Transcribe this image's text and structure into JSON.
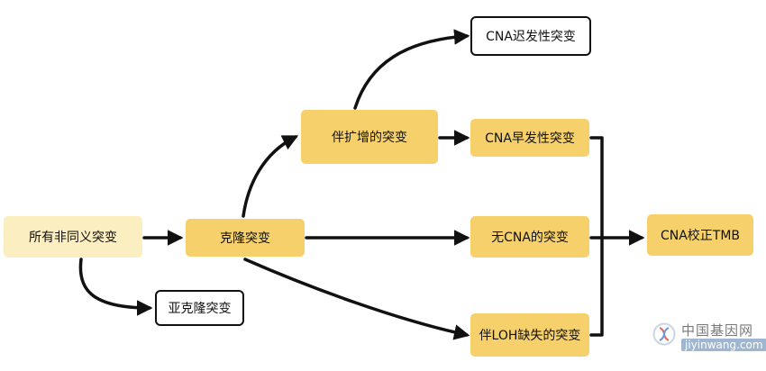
{
  "nodes": {
    "all_nonsyn": "所有非同义突变",
    "clonal": "克隆突变",
    "subclonal": "亚克隆突变",
    "amplified": "伴扩增的突变",
    "cna_late": "CNA迟发性突变",
    "cna_early": "CNA早发性突变",
    "no_cna": "无CNA的突变",
    "loh_loss": "伴LOH缺失的突变",
    "cna_tmb": "CNA校正TMB"
  },
  "watermark": {
    "site_cn": "中国基因网",
    "site_url": "jiyinwang.com"
  },
  "colors": {
    "gold": "#f5d06b",
    "pale": "#fbeec0",
    "arrow": "#111111"
  }
}
